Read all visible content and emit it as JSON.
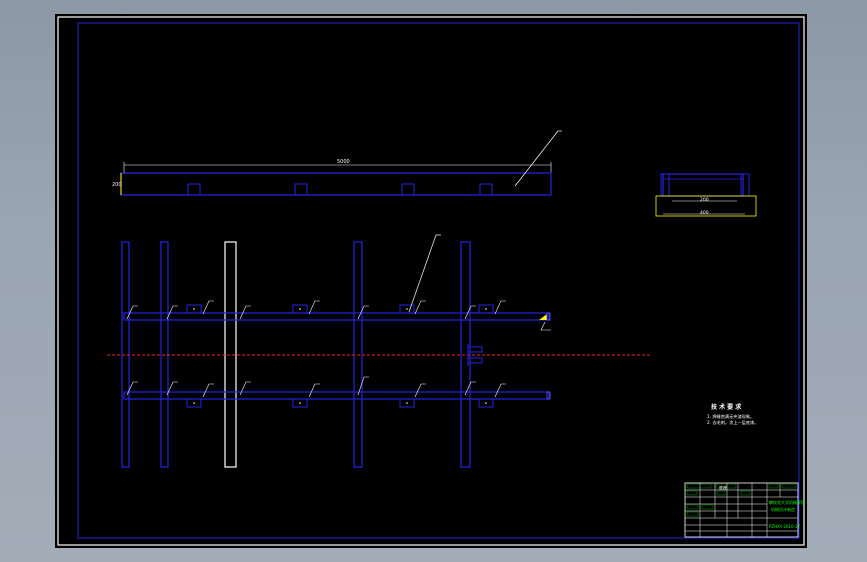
{
  "drawing": {
    "colors": {
      "background": "#000000",
      "frame": "#ffffff",
      "part": "#2424e0",
      "part_light": "#5a5aff",
      "leader": "#ffffff",
      "centerline": "#ff2020",
      "title_text": "#00ff00",
      "marker": "#ffff00"
    },
    "top_view": {
      "dim_label": "5000",
      "side_dim": "200"
    },
    "side_view": {
      "width_dim": "200",
      "base_dim": "400"
    },
    "tech_notes": {
      "title": "技 术 要 求",
      "line1": "1. 焊缝饱满无夹渣现象。",
      "line2": "2. 去毛刺，涂上一层底漆。"
    },
    "title_block": {
      "drawing_name": "底座",
      "school": "攀枝花大学机械学院",
      "subtitle": "机械设计制造",
      "code": "PZHXY-2010-17"
    }
  }
}
